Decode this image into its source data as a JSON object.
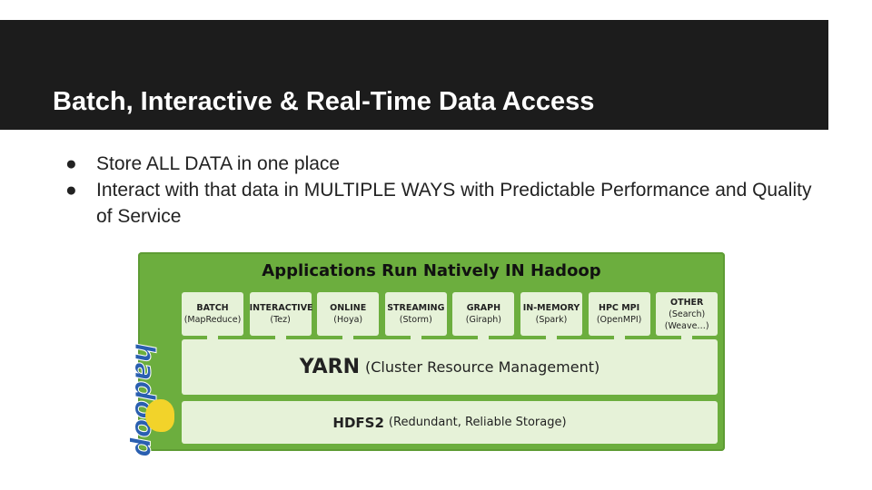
{
  "slide": {
    "title": "Batch, Interactive & Real-Time Data Access",
    "bullets": [
      "Store ALL DATA in one place",
      "Interact with that data in MULTIPLE WAYS with Predictable Performance and Quality of Service"
    ]
  },
  "diagram": {
    "title": "Applications Run Natively IN Hadoop",
    "logo_text": "hadoop",
    "apps": [
      {
        "name": "BATCH",
        "sub": "(MapReduce)"
      },
      {
        "name": "INTERACTIVE",
        "sub": "(Tez)"
      },
      {
        "name": "ONLINE",
        "sub": "(Hoya)"
      },
      {
        "name": "STREAMING",
        "sub": "(Storm)"
      },
      {
        "name": "GRAPH",
        "sub": "(Giraph)"
      },
      {
        "name": "IN-MEMORY",
        "sub": "(Spark)"
      },
      {
        "name": "HPC MPI",
        "sub": "(OpenMPI)"
      },
      {
        "name": "OTHER",
        "sub": "(Search)\n(Weave…)"
      }
    ],
    "yarn": {
      "name": "YARN",
      "desc": "(Cluster Resource Management)"
    },
    "hdfs": {
      "name": "HDFS2",
      "desc": "(Redundant, Reliable Storage)"
    }
  }
}
